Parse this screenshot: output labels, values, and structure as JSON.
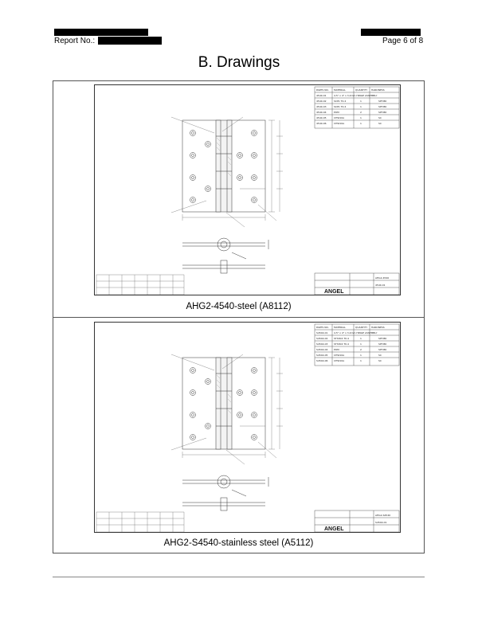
{
  "header": {
    "report_label": "Report No.:",
    "page_label": "Page 6 of 8"
  },
  "section_title": "B. Drawings",
  "drawings": [
    {
      "caption": "AHG2-4540-steel (A8112)",
      "table_headers": [
        "PARTS NO.",
        "MATERIAL",
        "QUANTITY",
        "HARDNESS"
      ],
      "assembly_label": "4.5\" x 4\" x 3.4mm HINGE ASSEMBLY",
      "rows": [
        [
          "4540-01",
          "",
          "",
          ""
        ],
        [
          "4540-02",
          "SCP1 T0.4",
          "1",
          "SPT-B6"
        ],
        [
          "4540-03",
          "SCP1 T0.4",
          "1",
          "SPT-B6"
        ],
        [
          "4540-04",
          "POM",
          "2",
          "SPT-B6"
        ],
        [
          "4540-05",
          "CHW10A",
          "1",
          "SC"
        ],
        [
          "4540-06",
          "CHW10A",
          "1",
          "SC"
        ]
      ],
      "title_block": [
        "AHG2-4540",
        "4540-01"
      ],
      "logo": "ANGEL"
    },
    {
      "caption": "AHG2-S4540-stainless steel (A5112)",
      "table_headers": [
        "PARTS NO.",
        "MATERIAL",
        "QUANTITY",
        "HARDNESS"
      ],
      "assembly_label": "4.5\" x 4\" x 3.4mm HINGE ASSEMBLY",
      "rows": [
        [
          "S4540-01",
          "",
          "",
          ""
        ],
        [
          "S4540-02",
          "STS304 T0.4",
          "1",
          "SPT-B6"
        ],
        [
          "S4540-03",
          "STS304 T0.4",
          "1",
          "SPT-B6"
        ],
        [
          "S4540-04",
          "POM",
          "2",
          "SPT-B6"
        ],
        [
          "S4540-05",
          "CHW10A",
          "1",
          "SC"
        ],
        [
          "S4540-06",
          "CHW10A",
          "1",
          "SC"
        ]
      ],
      "title_block": [
        "AHG2-S4540",
        "S4540-01"
      ],
      "logo": "ANGEL"
    }
  ]
}
